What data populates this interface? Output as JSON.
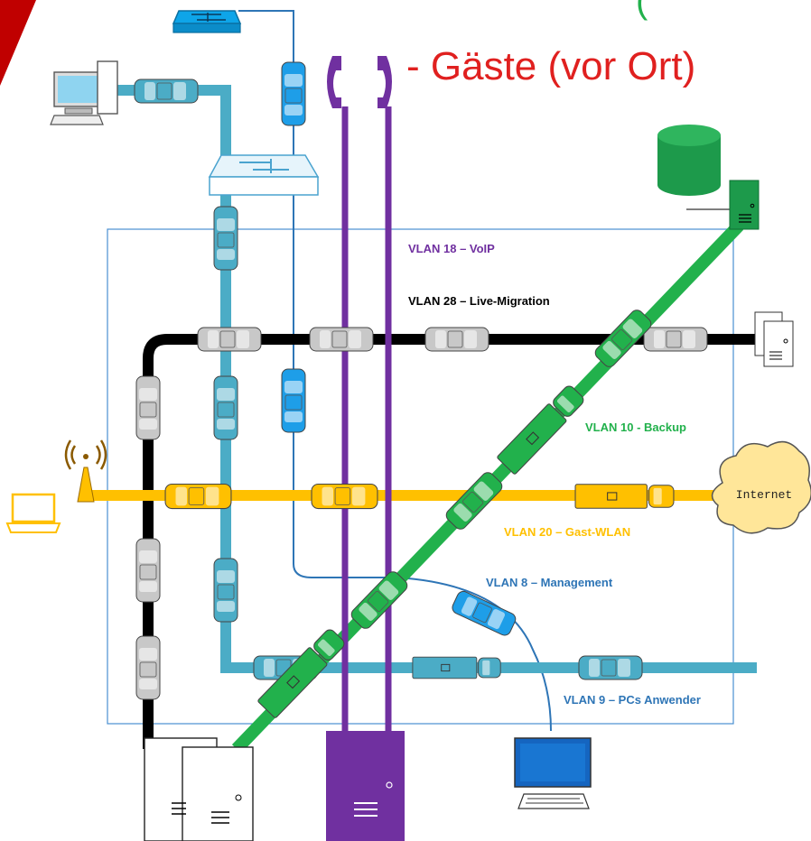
{
  "header": {
    "bullet_text": "- Gäste (vor Ort)",
    "partial_paren": "("
  },
  "vlans": {
    "voip": "VLAN 18 – VoIP",
    "live_migration": "VLAN 28 – Live-Migration",
    "backup": "VLAN 10 - Backup",
    "gast_wlan": "VLAN 20 – Gast-WLAN",
    "management": "VLAN 8 – Management",
    "pcs": "VLAN 9 – PCs Anwender"
  },
  "cloud_label": "Internet",
  "colors": {
    "voip": "#7030a0",
    "live_migration": "#000000",
    "backup": "#22b14c",
    "gast_wlan": "#ffc000",
    "management": "#2e75b6",
    "pcs": "#4bacc6",
    "header_red": "#e0201f",
    "accent_dark_red": "#c00000"
  },
  "icons": [
    "switch-icon",
    "desktop-computer-icon",
    "managed-switch-icon",
    "phone-handset-icon",
    "database-icon",
    "server-icon",
    "laptop-icon",
    "wifi-antenna-icon",
    "cloud-icon",
    "server-rack-icon",
    "monitor-keyboard-icon",
    "car-icon"
  ]
}
